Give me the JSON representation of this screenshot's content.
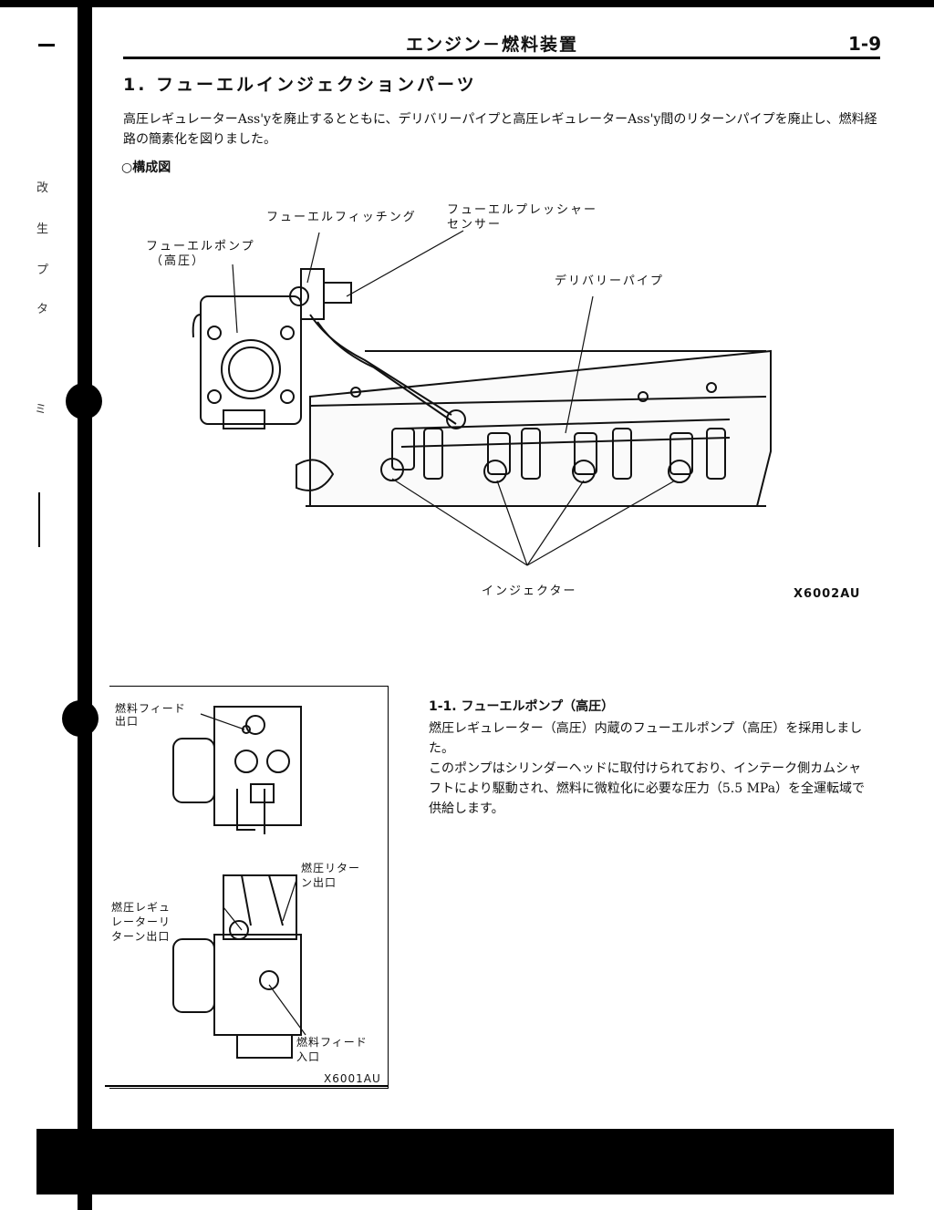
{
  "header": {
    "title": "エンジン－燃料装置",
    "page": "1-9"
  },
  "section": {
    "title": "1. フューエルインジェクションパーツ",
    "intro": "高圧レギュレーターAss'yを廃止するとともに、デリバリーパイプと高圧レギュレーターAss'y間のリターンパイプを廃止し、燃料経路の簡素化を図りました。",
    "structure_label": "○構成図"
  },
  "figure1": {
    "label_fitting": "フューエルフィッチング",
    "label_sensor_line1": "フューエルプレッシャー",
    "label_sensor_line2": "センサー",
    "label_pump_line1": "フューエルポンプ",
    "label_pump_line2": "（高圧）",
    "label_delivery": "デリバリーパイプ",
    "label_injector": "インジェクター",
    "code": "X6002AU"
  },
  "figure2": {
    "feed_outlet_line1": "燃料フィード",
    "feed_outlet_line2": "出口",
    "return_outlet_line1": "燃圧リター",
    "return_outlet_line2": "ン出口",
    "regulator_line1": "燃圧レギュ",
    "regulator_line2": "レーターリ",
    "regulator_line3": "ターン出口",
    "feed_inlet_line1": "燃料フィード",
    "feed_inlet_line2": "入口",
    "code": "X6001AU"
  },
  "subsection": {
    "title": "1-1. フューエルポンプ（高圧）",
    "p1": "燃圧レギュレーター（高圧）内蔵のフューエルポンプ（高圧）を採用しました。",
    "p2": "このポンプはシリンダーヘッドに取付けられており、インテーク側カムシャフトにより駆動され、燃料に微粒化に必要な圧力（5.5 MPa）を全運転域で供給します。"
  },
  "margin": {
    "chars": [
      "改",
      "生",
      "プ",
      "タ",
      "ミ"
    ]
  }
}
